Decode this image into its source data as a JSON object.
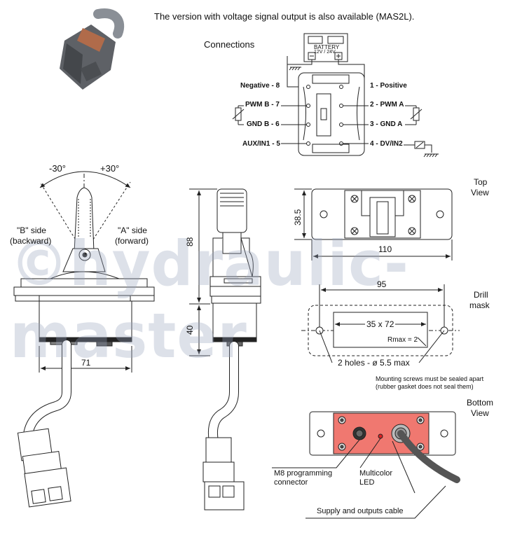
{
  "header": {
    "note": "The version with voltage signal output is also available (MAS2L)."
  },
  "connections": {
    "title": "Connections",
    "battery_label": "BATTERY",
    "battery_voltage": "12V / 24V",
    "pins_left": [
      "Negative - 8",
      "PWM B - 7",
      "GND B - 6",
      "AUX/IN1 - 5"
    ],
    "pins_right": [
      "1 - Positive",
      "2 - PWM A",
      "3 - GND A",
      "4 - DV/IN2"
    ]
  },
  "side_view": {
    "angle_left": "-30°",
    "angle_right": "+30°",
    "b_side": "\"B\" side",
    "b_dir": "(backward)",
    "a_side": "\"A\" side",
    "a_dir": "(forward)",
    "width_dim": "71"
  },
  "front_view": {
    "height_top": "88",
    "height_bottom": "40"
  },
  "top_view": {
    "title": "Top",
    "title2": "View",
    "height_dim": "38.5",
    "width_dim": "110"
  },
  "drill_mask": {
    "title": "Drill",
    "title2": "mask",
    "hole_spacing": "95",
    "cutout": "35 x 72",
    "radius": "Rmax = 2",
    "holes": "2 holes - ø 5.5 max",
    "note1": "Mounting screws must be sealed apart",
    "note2": "(rubber gasket does not seal them)"
  },
  "bottom_view": {
    "title": "Bottom",
    "title2": "View",
    "m8_label1": "M8 programming",
    "m8_label2": "connector",
    "led_label1": "Multicolor",
    "led_label2": "LED",
    "cable_label": "Supply and outputs cable"
  },
  "watermark": "©hydraulic-master",
  "colors": {
    "bottom_plate": "#f07870",
    "line": "#222222",
    "watermark": "#9aa6bf"
  }
}
